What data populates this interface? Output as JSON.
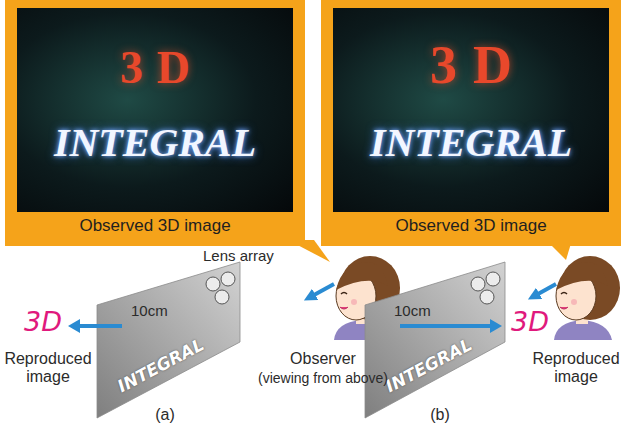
{
  "diagram": {
    "nodes": [
      {
        "text": [
          "Observed 3D image"
        ]
      },
      {
        "text": [
          "3D",
          "INTEGRAL"
        ],
        "in": 0
      },
      {
        "text": [
          "Observed 3D image"
        ]
      },
      {
        "text": [
          "3D",
          "INTEGRAL"
        ],
        "in": 2
      },
      {
        "text": [
          "INTEGRAL"
        ]
      },
      {
        "text": [
          "INTEGRAL"
        ]
      }
    ],
    "labels": [
      "Lens array",
      "10cm",
      "3D",
      "Reproduced image",
      "Observer",
      "(viewing from above)",
      "(a)",
      "10cm",
      "3D",
      "Reproduced image",
      "(b)"
    ]
  }
}
